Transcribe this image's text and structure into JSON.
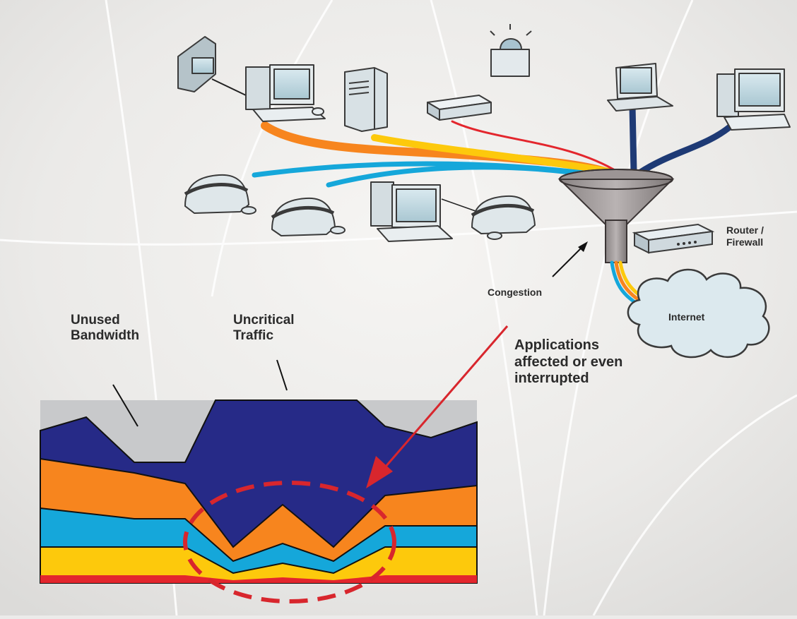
{
  "labels": {
    "router": "Router /\nFirewall",
    "congestion": "Congestion",
    "internet": "Internet",
    "applications": "Applications\naffected or even\ninterrupted",
    "unused_bandwidth": "Unused\nBandwidth",
    "uncritical_traffic": "Uncritical\nTraffic"
  },
  "colors": {
    "unused": "#c8c9cb",
    "uncritical": "#262a87",
    "orange": "#f7851e",
    "cyan": "#15a7da",
    "yellow": "#fdc90c",
    "red": "#e3262d",
    "highlight": "#d8262d"
  },
  "devices": [
    {
      "icon": "video-camera-icon"
    },
    {
      "icon": "desktop-computer-icon"
    },
    {
      "icon": "server-tower-icon"
    },
    {
      "icon": "alarm-sensor-icon"
    },
    {
      "icon": "network-device-icon"
    },
    {
      "icon": "laptop-icon"
    },
    {
      "icon": "desktop-computer-icon"
    },
    {
      "icon": "telephone-icon"
    },
    {
      "icon": "telephone-icon"
    },
    {
      "icon": "desktop-computer-icon"
    },
    {
      "icon": "telephone-icon"
    }
  ]
}
